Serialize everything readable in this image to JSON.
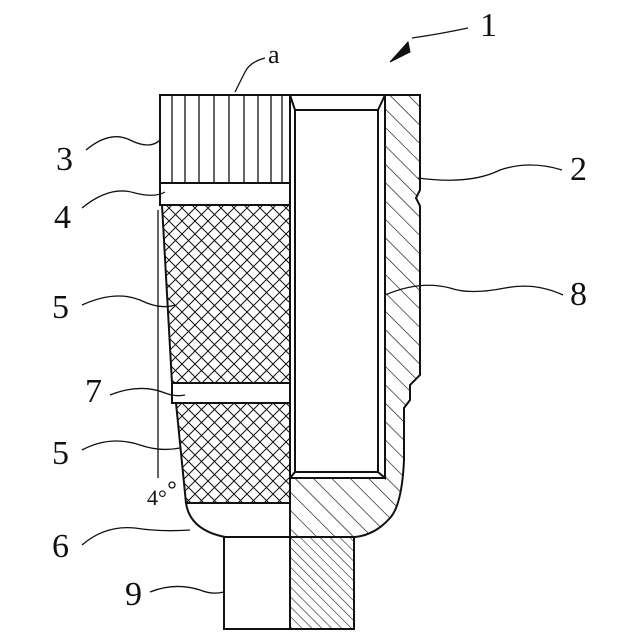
{
  "figure": {
    "labels": {
      "l1": "1",
      "l2": "2",
      "l3": "3",
      "l4": "4",
      "l5a": "5",
      "l5b": "5",
      "l6": "6",
      "l7": "7",
      "l8": "8",
      "l9": "9",
      "la": "a",
      "l4deg": "4°"
    }
  }
}
